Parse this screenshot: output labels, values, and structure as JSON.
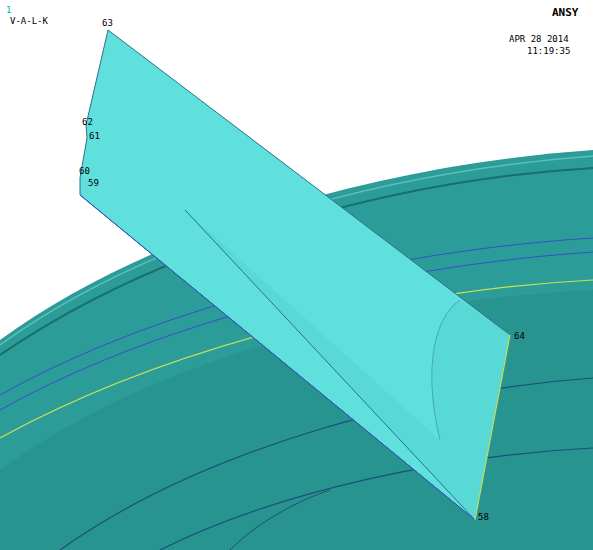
{
  "diagram": {
    "labels": [
      "1",
      "V-A-L-K",
      "63",
      "ANSY",
      "APR 28 2014",
      "11:19:35",
      "62",
      "61",
      "60",
      "59",
      "64",
      "58"
    ]
  }
}
